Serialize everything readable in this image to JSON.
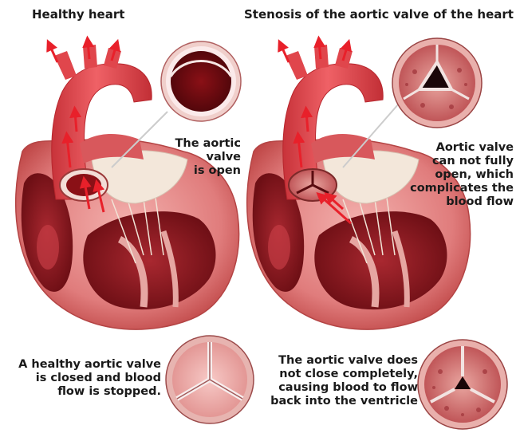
{
  "left": {
    "title": "Healthy heart",
    "callout": "The aortic\nvalve\nis open",
    "bottom_caption": "A healthy aortic valve\nis closed and blood\nflow is stopped."
  },
  "right": {
    "title": "Stenosis of the aortic valve of the heart",
    "callout": "Aortic valve\ncan not fully\nopen, which\ncomplicates the\nblood flow",
    "bottom_caption": "The aortic valve does\nnot close completely,\ncausing blood to flow\nback into the ventricle"
  },
  "colors": {
    "muscle": "#e98f8f",
    "muscle_dark": "#c94b4b",
    "aorta": "#e2474d",
    "chamber": "#9c1c22",
    "valve_rim": "#f4d7d4",
    "arrow": "#e8202a",
    "text": "#1a1a1a"
  }
}
